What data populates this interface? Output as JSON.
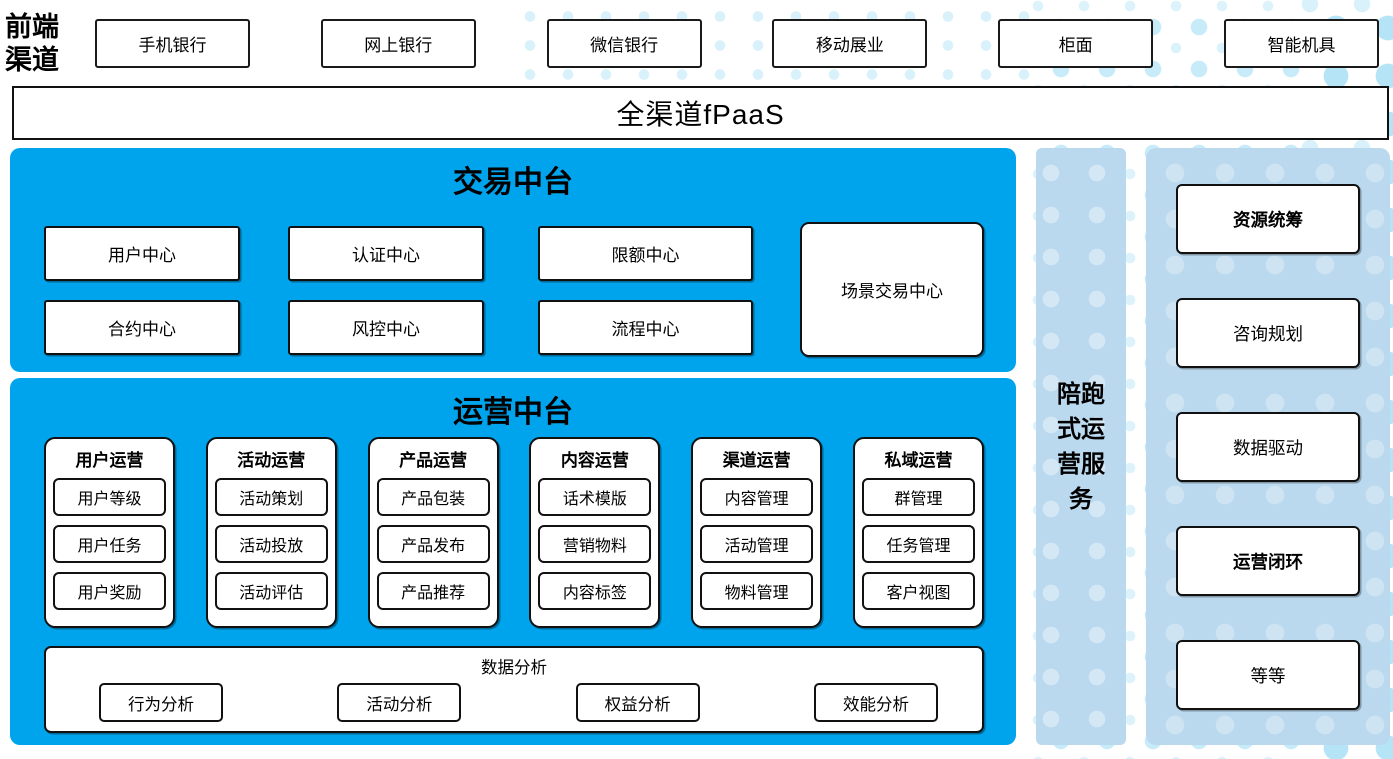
{
  "colors": {
    "bright_blue": "#00a4ec",
    "light_blue": "#bad8ee",
    "dot_light": "#d9f1fb",
    "dot_mid": "#b5e4f6",
    "border": "#111111"
  },
  "front_channels": {
    "label": "前端渠道",
    "items": [
      "手机银行",
      "网上银行",
      "微信银行",
      "移动展业",
      "柜面",
      "智能机具"
    ]
  },
  "fpaas": {
    "label": "全渠道fPaaS"
  },
  "trading_platform": {
    "title": "交易中台",
    "centers": [
      "用户中心",
      "认证中心",
      "限额中心",
      "合约中心",
      "风控中心",
      "流程中心"
    ],
    "scene_center": "场景交易中心"
  },
  "operations_platform": {
    "title": "运营中台",
    "columns": [
      {
        "title": "用户运营",
        "items": [
          "用户等级",
          "用户任务",
          "用户奖励"
        ]
      },
      {
        "title": "活动运营",
        "items": [
          "活动策划",
          "活动投放",
          "活动评估"
        ]
      },
      {
        "title": "产品运营",
        "items": [
          "产品包装",
          "产品发布",
          "产品推荐"
        ]
      },
      {
        "title": "内容运营",
        "items": [
          "话术模版",
          "营销物料",
          "内容标签"
        ]
      },
      {
        "title": "渠道运营",
        "items": [
          "内容管理",
          "活动管理",
          "物料管理"
        ]
      },
      {
        "title": "私域运营",
        "items": [
          "群管理",
          "任务管理",
          "客户视图"
        ]
      }
    ],
    "data_analysis": {
      "title": "数据分析",
      "items": [
        "行为分析",
        "活动分析",
        "权益分析",
        "效能分析"
      ]
    }
  },
  "side_service": {
    "label": "陪跑式运营服务"
  },
  "right_panel": {
    "items": [
      "资源统筹",
      "咨询规划",
      "数据驱动",
      "运营闭环",
      "等等"
    ]
  }
}
